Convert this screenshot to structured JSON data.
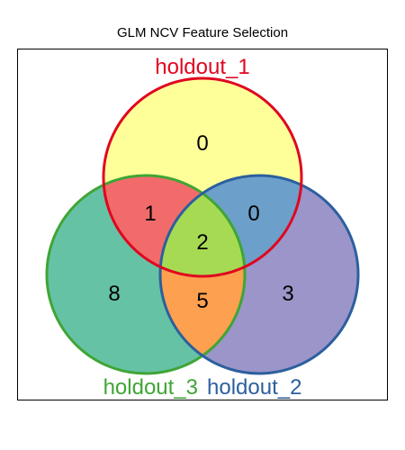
{
  "title": "GLM NCV Feature Selection",
  "sets": [
    {
      "key": "h1",
      "label": "holdout_1",
      "fill": "#FFFF99",
      "stroke": "#E0061F"
    },
    {
      "key": "h2",
      "label": "holdout_2",
      "fill": "#9B95C9",
      "stroke": "#2C5F9E"
    },
    {
      "key": "h3",
      "label": "holdout_3",
      "fill": "#66C2A5",
      "stroke": "#3FA535"
    }
  ],
  "regions": {
    "only_holdout_1": "0",
    "only_holdout_2": "3",
    "only_holdout_3": "8",
    "holdout_1_and_holdout_2": "0",
    "holdout_1_and_holdout_3": "1",
    "holdout_2_and_holdout_3": "5",
    "all_three": "2"
  },
  "region_colors": {
    "holdout_1_and_holdout_2": "#6C9FC9",
    "holdout_1_and_holdout_3": "#F26B6B",
    "holdout_2_and_holdout_3": "#FDA04F",
    "all_three": "#A6DA53"
  }
}
